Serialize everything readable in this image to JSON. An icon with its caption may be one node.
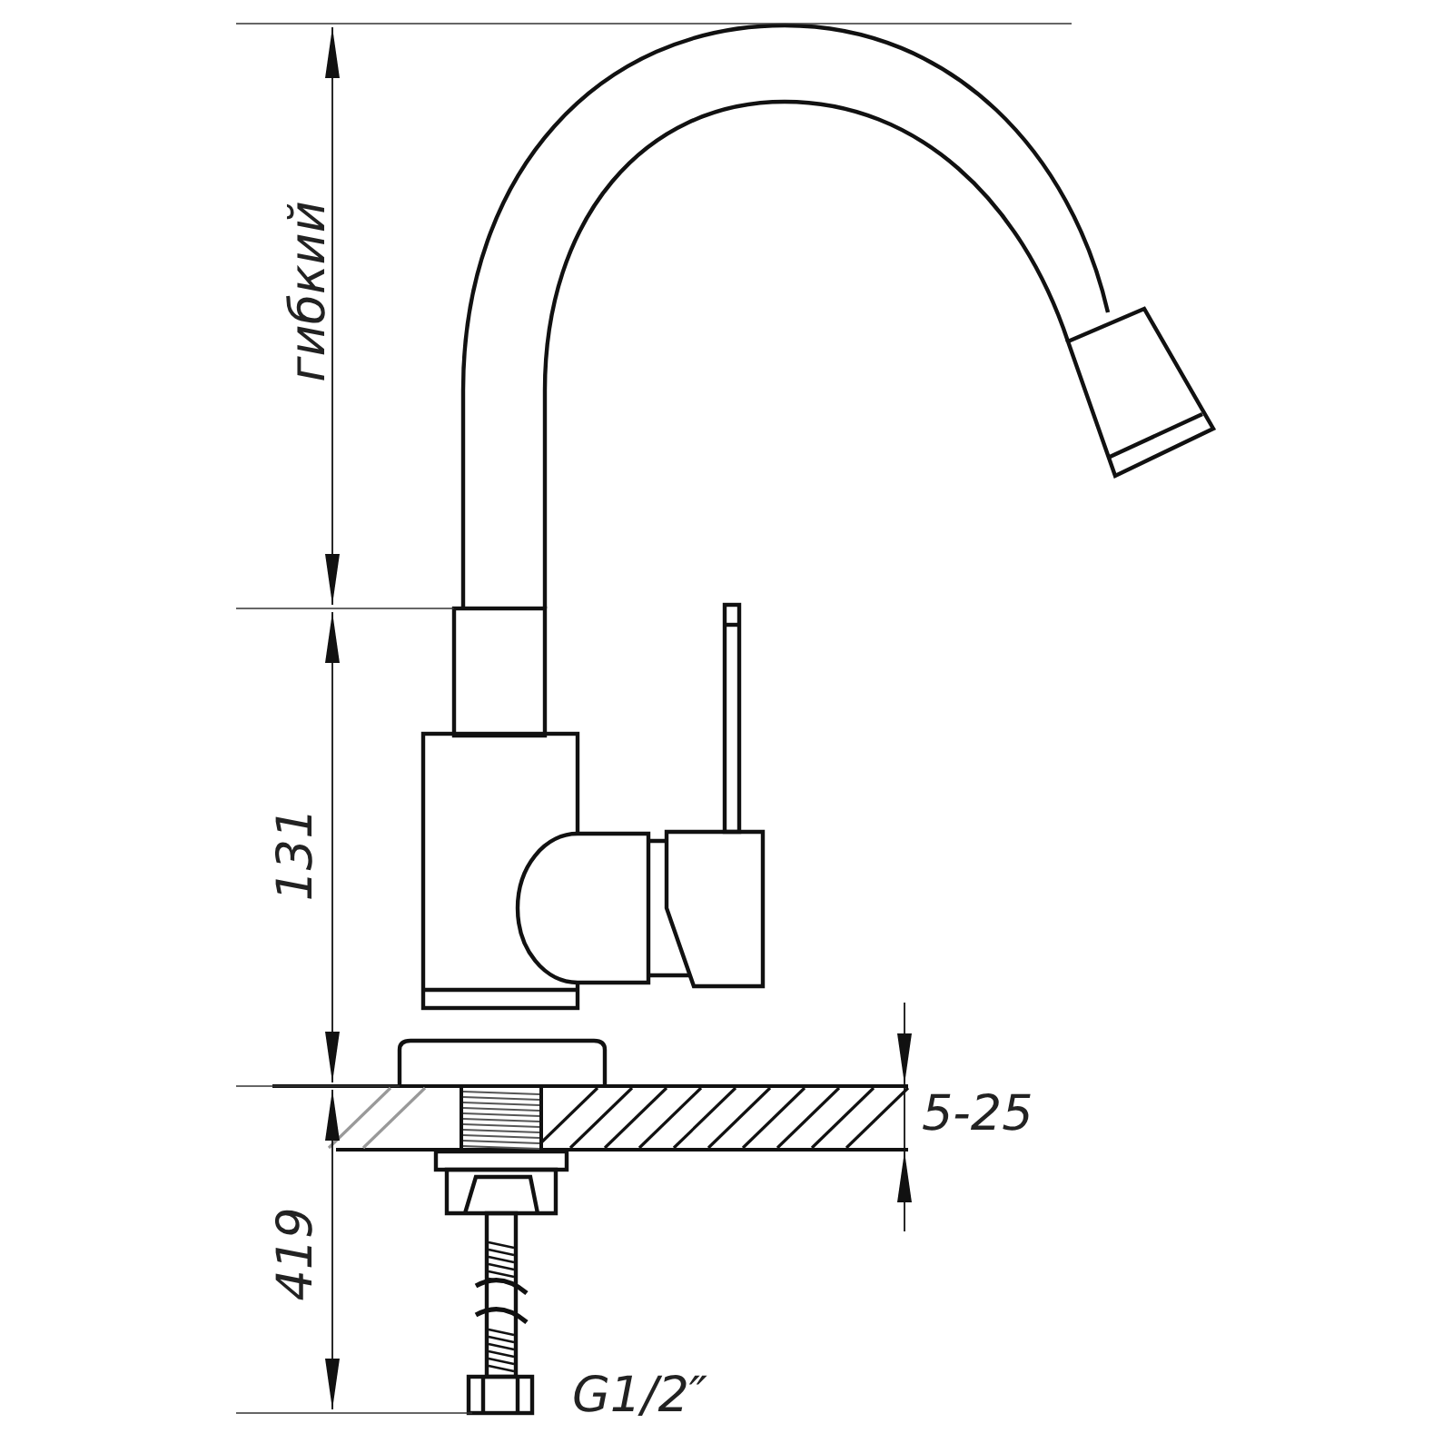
{
  "diagram": {
    "labels": [
      "гибкий",
      "131",
      "5-25",
      "419",
      "G1/2″"
    ]
  }
}
